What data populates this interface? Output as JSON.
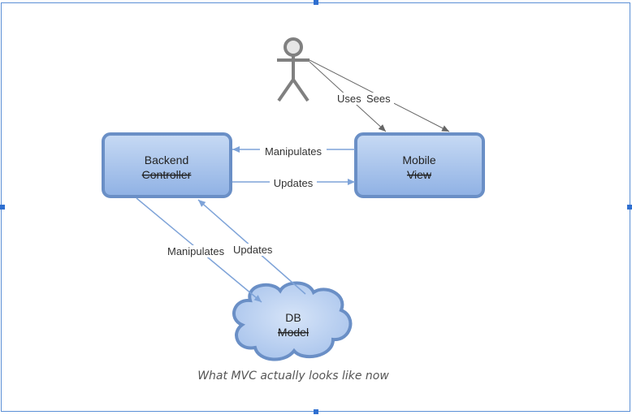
{
  "nodes": {
    "backend": {
      "label": "Backend",
      "struck_label": "Controller"
    },
    "mobile": {
      "label": "Mobile",
      "struck_label": "View"
    },
    "db": {
      "label": "DB",
      "struck_label": "Model"
    }
  },
  "edges": {
    "uses": "Uses",
    "sees": "Sees",
    "mobile_to_backend": "Manipulates",
    "backend_to_mobile": "Updates",
    "backend_to_db": "Manipulates",
    "db_to_backend": "Updates"
  },
  "caption": "What MVC actually looks like now",
  "colors": {
    "box_fill": "#a8c4ec",
    "box_stroke": "#6a8fc6",
    "arrow": "#7ea3d8",
    "actor_arrow": "#666666",
    "actor": "#808080"
  }
}
